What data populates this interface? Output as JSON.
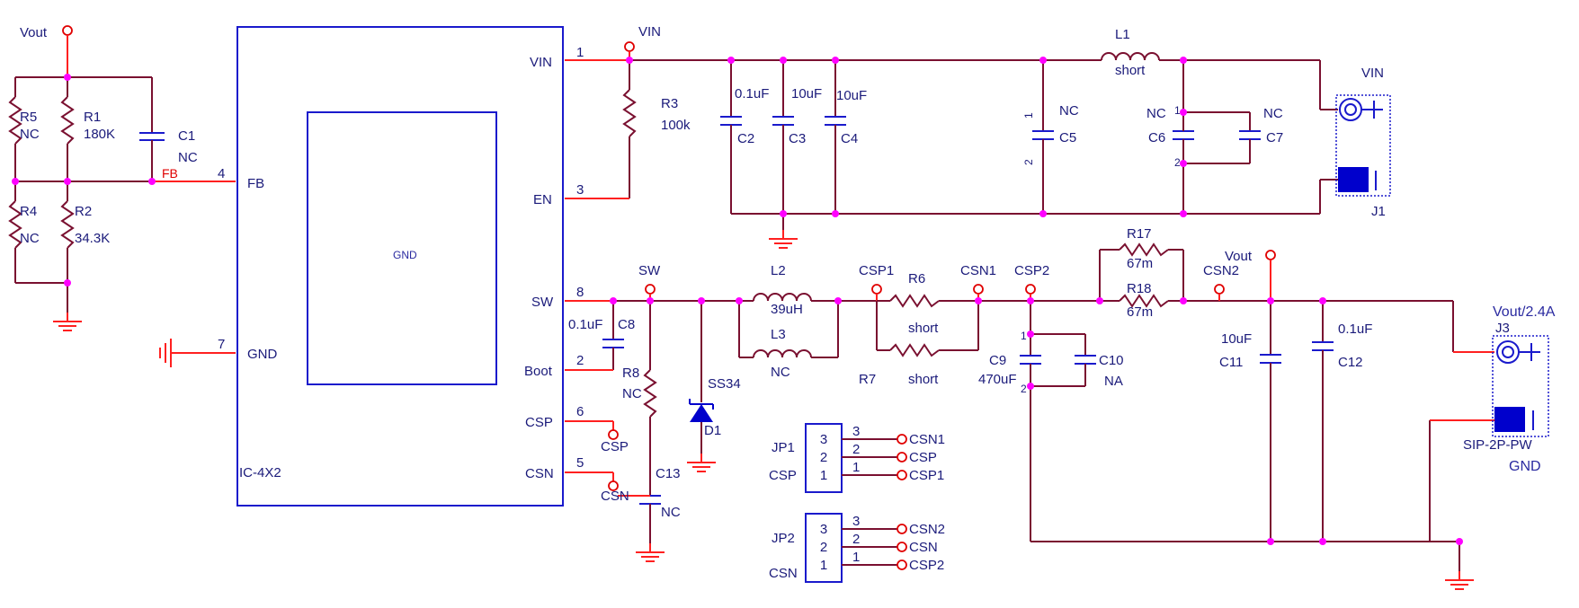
{
  "ic": {
    "ref": "IC-4X2",
    "body_label": "GND",
    "pins": [
      {
        "num": "1",
        "name": "VIN"
      },
      {
        "num": "3",
        "name": "EN"
      },
      {
        "num": "4",
        "name": "FB"
      },
      {
        "num": "7",
        "name": "GND"
      },
      {
        "num": "8",
        "name": "SW"
      },
      {
        "num": "2",
        "name": "Boot"
      },
      {
        "num": "6",
        "name": "CSP"
      },
      {
        "num": "5",
        "name": "CSN"
      }
    ]
  },
  "nets": {
    "vout": "Vout",
    "vin": "VIN",
    "sw": "SW",
    "fb": "FB",
    "csp1": "CSP1",
    "csn1": "CSN1",
    "csp2": "CSP2",
    "csn2": "CSN2",
    "csp": "CSP",
    "csn": "CSN"
  },
  "resistors": [
    {
      "ref": "R5",
      "value": "NC"
    },
    {
      "ref": "R1",
      "value": "180K"
    },
    {
      "ref": "R4",
      "value": "NC"
    },
    {
      "ref": "R2",
      "value": "34.3K"
    },
    {
      "ref": "R3",
      "value": "100k"
    },
    {
      "ref": "R8",
      "value": "NC"
    },
    {
      "ref": "R6",
      "value": "short"
    },
    {
      "ref": "R7",
      "value": "short"
    },
    {
      "ref": "R17",
      "value": "67m"
    },
    {
      "ref": "R18",
      "value": "67m"
    }
  ],
  "capacitors": [
    {
      "ref": "C1",
      "value": "NC"
    },
    {
      "ref": "C2",
      "value": "0.1uF"
    },
    {
      "ref": "C3",
      "value": "10uF"
    },
    {
      "ref": "C4",
      "value": "10uF"
    },
    {
      "ref": "C5",
      "value": "NC"
    },
    {
      "ref": "C6",
      "value": "NC"
    },
    {
      "ref": "C7",
      "value": "NC"
    },
    {
      "ref": "C8",
      "value": "0.1uF"
    },
    {
      "ref": "C13",
      "value": "NC"
    },
    {
      "ref": "C9",
      "value": "470uF"
    },
    {
      "ref": "C10",
      "value": "NA"
    },
    {
      "ref": "C11",
      "value": "10uF"
    },
    {
      "ref": "C12",
      "value": "0.1uF"
    }
  ],
  "inductors": [
    {
      "ref": "L1",
      "value": "short"
    },
    {
      "ref": "L2",
      "value": "39uH"
    },
    {
      "ref": "L3",
      "value": "NC"
    }
  ],
  "diode": {
    "ref": "D1",
    "value": "SS34"
  },
  "connectors": {
    "j1": {
      "ref": "J1",
      "label": "VIN"
    },
    "j3": {
      "ref": "J3",
      "top_label": "Vout/2.4A",
      "bottom_label": "GND",
      "footprint": "SIP-2P-PW"
    }
  },
  "jumpers": [
    {
      "ref": "JP1",
      "net": "CSP",
      "pins": [
        "3",
        "2",
        "1"
      ],
      "targets": [
        "CSN1",
        "CSP",
        "CSP1"
      ]
    },
    {
      "ref": "JP2",
      "net": "CSN",
      "pins": [
        "3",
        "2",
        "1"
      ],
      "targets": [
        "CSN2",
        "CSN",
        "CSP2"
      ]
    }
  ],
  "cap_pin_numbers": {
    "one": "1",
    "two": "2"
  }
}
